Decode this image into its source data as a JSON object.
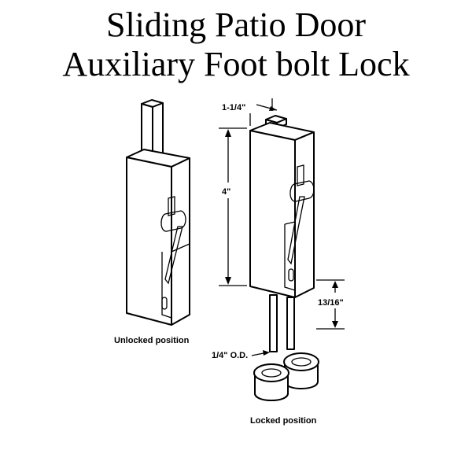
{
  "title": {
    "line1": "Sliding Patio Door",
    "line2": "Auxiliary Foot bolt Lock"
  },
  "labels": {
    "unlocked": "Unlocked position",
    "locked": "Locked position"
  },
  "dimensions": {
    "width": "1-1/4\"",
    "height": "4\"",
    "bolt_extension": "13/16\"",
    "bolt_diameter": "1/4\" O.D."
  }
}
